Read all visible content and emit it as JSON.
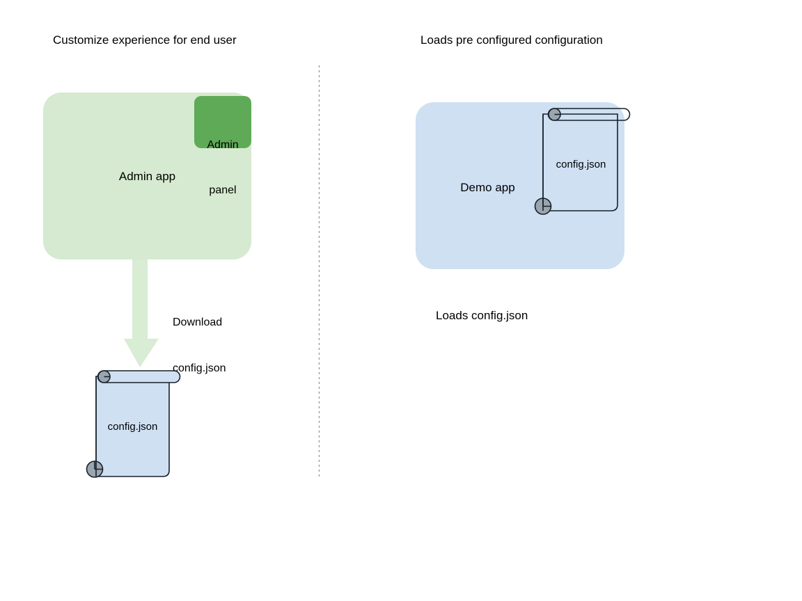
{
  "diagram": {
    "headings": {
      "left": "Customize experience for end user",
      "right": "Loads pre configured configuration"
    },
    "colors": {
      "admin_app_fill": "#d5ead0",
      "admin_panel_fill": "#5faa57",
      "demo_app_fill": "#cfe0f3",
      "document_fill": "#cfe0f3",
      "document_stroke": "#17202a",
      "curl_fill": "#9aa5ad",
      "arrow_fill": "#d9ecd4",
      "divider": "#9b9b9b",
      "text": "#000000"
    },
    "left_column": {
      "app_box": {
        "label": "Admin app",
        "panel": {
          "label": "Admin\npanel",
          "line1": "Admin",
          "line2": "panel"
        }
      },
      "arrow": {
        "label_line1": "Download",
        "label_line2": "config.json",
        "icon": "down-arrow-icon"
      },
      "document": {
        "label": "config.json",
        "icon": "scroll-document-icon"
      }
    },
    "right_column": {
      "app_box": {
        "label": "Demo app"
      },
      "document": {
        "label": "config.json",
        "icon": "scroll-document-icon"
      },
      "caption": "Loads config.json"
    },
    "divider": {
      "style": "dotted-vertical"
    }
  }
}
